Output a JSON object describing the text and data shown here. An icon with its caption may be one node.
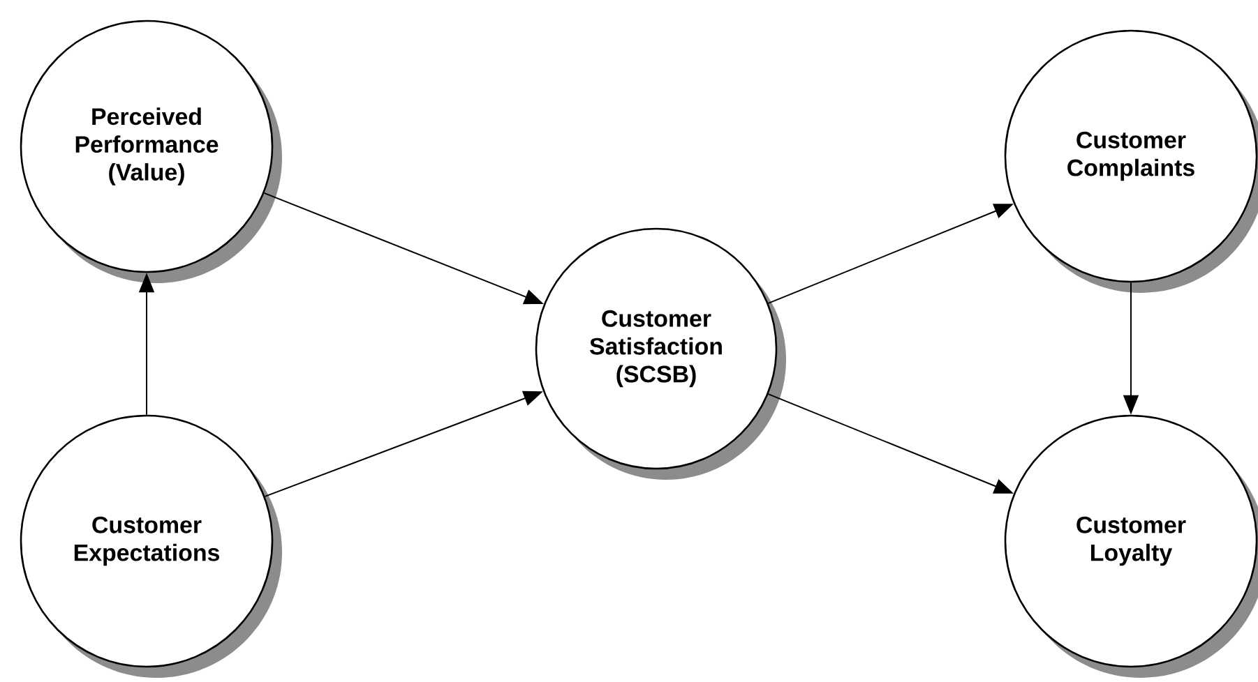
{
  "diagram": {
    "nodes": [
      {
        "text": [
          "Perceived Performance (Value)"
        ]
      },
      {
        "text": [
          "Customer Expectations"
        ]
      },
      {
        "text": [
          "Customer Satisfaction (SCSB)"
        ]
      },
      {
        "text": [
          "Customer Complaints"
        ]
      },
      {
        "text": [
          "Customer Loyalty"
        ]
      }
    ],
    "edges": [
      {
        "from": 1,
        "to": 0,
        "arrow": "to"
      },
      {
        "from": 0,
        "to": 2,
        "arrow": "to"
      },
      {
        "from": 1,
        "to": 2,
        "arrow": "to"
      },
      {
        "from": 2,
        "to": 3,
        "arrow": "to"
      },
      {
        "from": 2,
        "to": 4,
        "arrow": "to"
      },
      {
        "from": 3,
        "to": 4,
        "arrow": "to"
      }
    ]
  }
}
